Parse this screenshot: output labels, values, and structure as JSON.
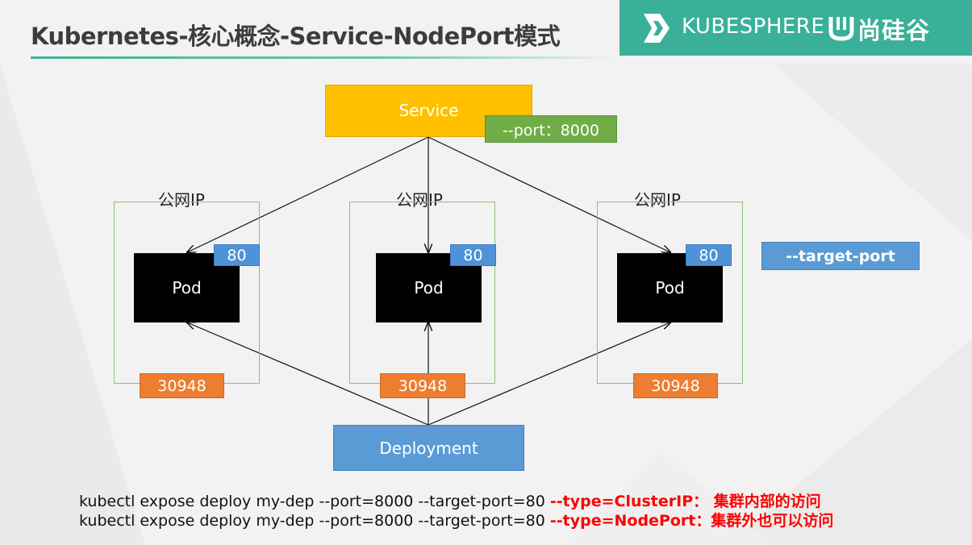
{
  "header": {
    "title": "Kubernetes-核心概念-Service-NodePort模式",
    "brand_kubesphere": "KUBESPHERE",
    "brand_atguigu": "尚硅谷"
  },
  "diagram": {
    "service": {
      "label": "Service",
      "port_label": "--port：8000"
    },
    "nodes": [
      {
        "label": "公网IP",
        "pod_label": "Pod",
        "target_port": "80",
        "node_port": "30948"
      },
      {
        "label": "公网IP",
        "pod_label": "Pod",
        "target_port": "80",
        "node_port": "30948"
      },
      {
        "label": "公网IP",
        "pod_label": "Pod",
        "target_port": "80",
        "node_port": "30948"
      }
    ],
    "target_port_label": "--target-port",
    "deployment": {
      "label": "Deployment"
    }
  },
  "commands": [
    {
      "prefix": "kubectl expose deploy my-dep --port=8000 --target-port=80 ",
      "emphasis": "--type=ClusterIP：  集群内部的访问"
    },
    {
      "prefix": "kubectl expose deploy my-dep --port=8000 --target-port=80 ",
      "emphasis": "--type=NodePort：集群外也可以访问"
    }
  ],
  "colors": {
    "accent": "#3ab09a",
    "service": "#ffc000",
    "port": "#70ad47",
    "target_port": "#4f92d8",
    "node_port": "#ed7d31",
    "deployment": "#5b9bd5",
    "emphasis": "#ff0000"
  }
}
